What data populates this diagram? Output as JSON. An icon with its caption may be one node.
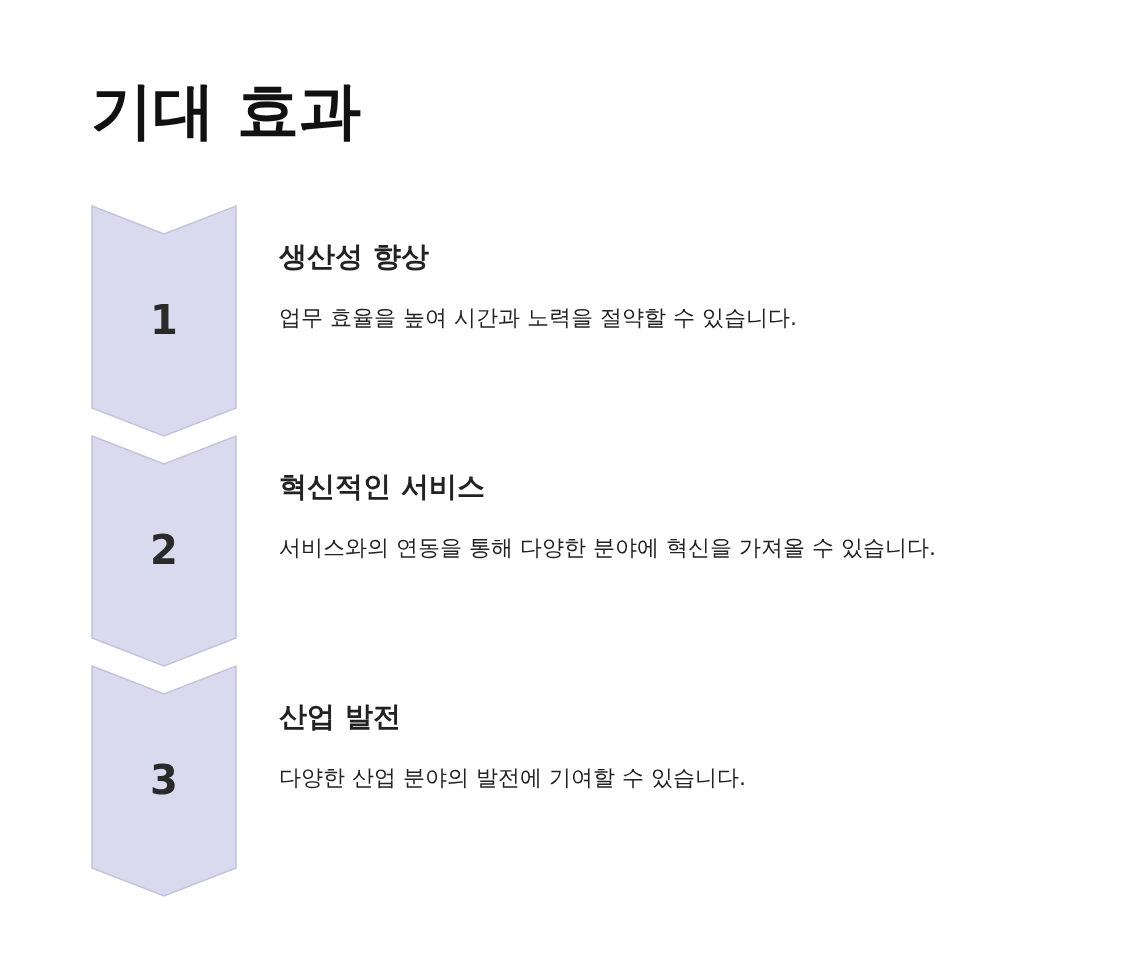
{
  "diagram": {
    "title": "기대 효과",
    "nodes": [
      {
        "text": [
          "1"
        ],
        "beside": [
          "생산성 향상",
          "업무 효율을 높여 시간과 노력을 절약할 수 있습니다."
        ]
      },
      {
        "text": [
          "2"
        ],
        "beside": [
          "혁신적인 서비스",
          "서비스와의 연동을 통해 다양한 분야에 혁신을 가져올 수 있습니다."
        ]
      },
      {
        "text": [
          "3"
        ],
        "beside": [
          "산업 발전",
          "다양한 산업 분야의 발전에 기여할 수 있습니다."
        ]
      }
    ]
  }
}
